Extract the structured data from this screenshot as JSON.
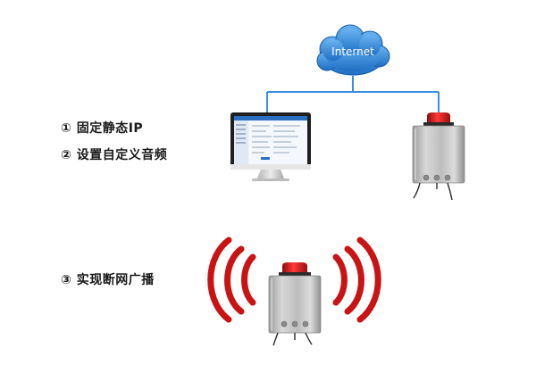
{
  "cloud": {
    "label": "Internet"
  },
  "steps": [
    {
      "text": "① 固定静态IP"
    },
    {
      "text": "② 设置自定义音频"
    },
    {
      "text": "③ 实现断网广播"
    }
  ],
  "colors": {
    "cloud_fill": "#2f86d6",
    "network_line": "#3d8ee0",
    "wave": "#c81414",
    "beacon": "#e11d1d",
    "enclosure": "#c9c9c9"
  },
  "icons": {
    "cloud": "internet-cloud-icon",
    "computer": "computer-monitor-icon",
    "speaker": "network-speaker-icon",
    "sound_waves": "sound-wave-icon"
  }
}
